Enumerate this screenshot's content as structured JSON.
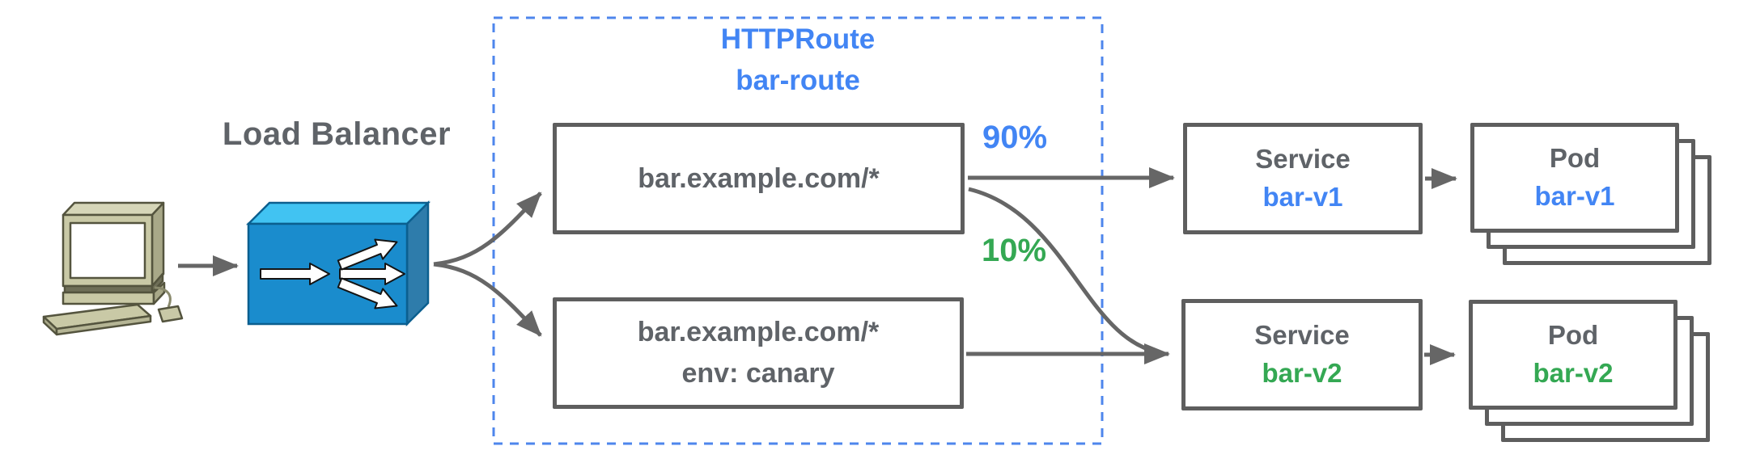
{
  "client": {
    "icon": "desktop-computer"
  },
  "load_balancer": {
    "label": "Load Balancer",
    "icon": "load-balancer-fanout-box"
  },
  "httproute": {
    "name_line1": "HTTPRoute",
    "name_line2": "bar-route",
    "rules": [
      {
        "line1": "bar.example.com/*"
      },
      {
        "line1": "bar.example.com/*",
        "line2": "env: canary"
      }
    ]
  },
  "weights": {
    "v1": "90%",
    "v2": "10%"
  },
  "services": [
    {
      "kind": "Service",
      "name": "bar-v1"
    },
    {
      "kind": "Service",
      "name": "bar-v2"
    }
  ],
  "pods": [
    {
      "kind": "Pod",
      "name": "bar-v1"
    },
    {
      "kind": "Pod",
      "name": "bar-v2"
    }
  ],
  "colors": {
    "blue": "#4285f4",
    "green": "#34a853",
    "gray_text": "#5f6368",
    "box_border": "#5e5e5e",
    "arrow_gray": "#666666",
    "dashed_border_blue": "#4e86ec",
    "lb_front_blue": "#1a8ccd",
    "lb_top_blue": "#41c3f2",
    "computer_beige": "#c9c9a6"
  }
}
